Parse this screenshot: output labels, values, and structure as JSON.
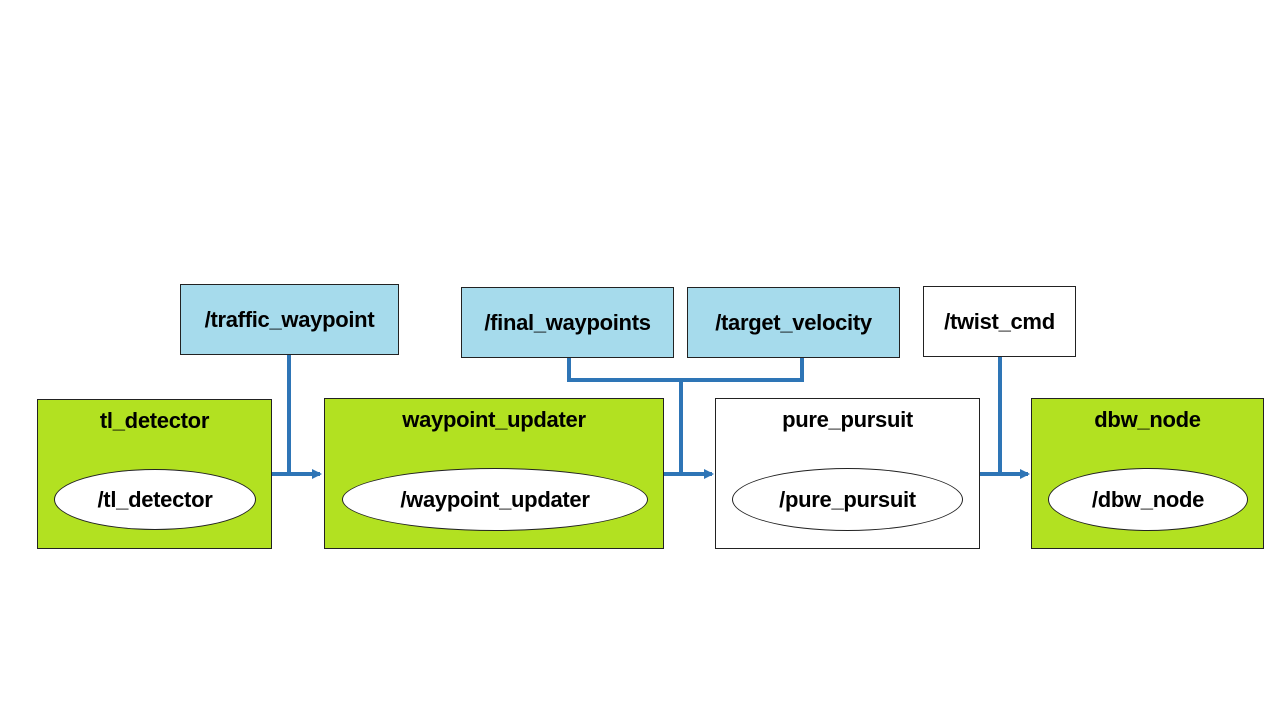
{
  "topics": {
    "traffic_waypoint": "/traffic_waypoint",
    "final_waypoints": "/final_waypoints",
    "target_velocity": "/target_velocity",
    "twist_cmd": "/twist_cmd"
  },
  "nodes": {
    "tl_detector": {
      "title": "tl_detector",
      "inner": "/tl_detector"
    },
    "waypoint_updater": {
      "title": "waypoint_updater",
      "inner": "/waypoint_updater"
    },
    "pure_pursuit": {
      "title": "pure_pursuit",
      "inner": "/pure_pursuit"
    },
    "dbw_node": {
      "title": "dbw_node",
      "inner": "/dbw_node"
    }
  },
  "colors": {
    "node_green": "#b2e121",
    "topic_blue": "#a6dbec",
    "connector": "#2e75b6"
  }
}
